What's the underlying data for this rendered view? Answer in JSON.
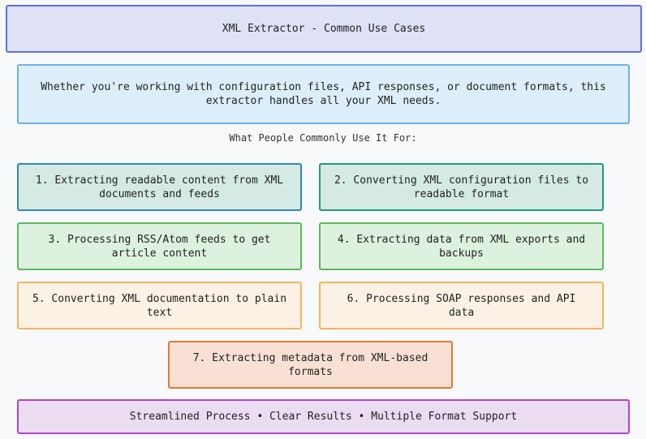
{
  "title": "XML Extractor - Common Use Cases",
  "intro": "Whether you're working with configuration files, API responses, or document formats, this extractor handles all your XML needs.",
  "subtitle": "What People Commonly Use It For:",
  "use_cases": [
    "1. Extracting readable content from XML documents and feeds",
    "2. Converting XML configuration files to readable format",
    "3. Processing RSS/Atom feeds to get article content",
    "4. Extracting data from XML exports and backups",
    "5. Converting XML documentation to plain text",
    "6. Processing SOAP responses and API data",
    "7. Extracting metadata from XML-based formats"
  ],
  "footer": "Streamlined Process • Clear Results • Multiple Format Support",
  "colors": {
    "title_border": "#5c6fe6",
    "intro_border": "#6cb0ee",
    "footer_border": "#b044cc",
    "highlight_border": "#e8792f"
  }
}
